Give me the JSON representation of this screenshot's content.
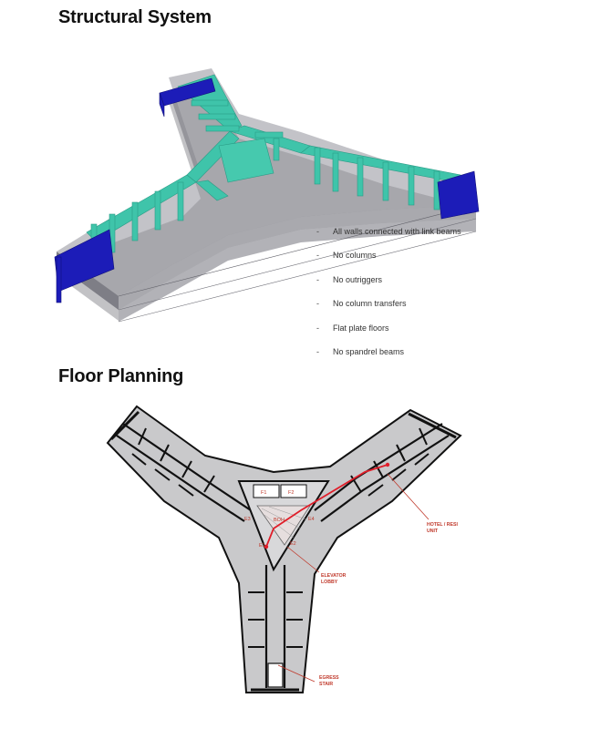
{
  "titles": {
    "structural": "Structural System",
    "floor": "Floor Planning"
  },
  "bullets": [
    "All walls connected with link beams",
    "No columns",
    "No outriggers",
    "No column transfers",
    "Flat plate floors",
    "No spandrel beams"
  ],
  "bullet_mark": "-",
  "plan_labels": {
    "f1": "F1",
    "f2": "F2",
    "boh": "BOH",
    "e1": "E1",
    "e2": "E2",
    "e3": "E3",
    "e4": "E4",
    "hotel": "HOTEL / RESI",
    "unit": "UNIT",
    "elevator": "ELEVATOR",
    "lobby": "LOBBY",
    "egress": "EGRESS",
    "stair": "STAIR"
  },
  "colors": {
    "wall_teal": "#3fc4aa",
    "end_core_blue": "#1c1cb8",
    "slab_grey": "#b8b8bc",
    "plan_grey": "#c9c9cb",
    "wall_black": "#111111",
    "path_red": "#e01e2a"
  }
}
